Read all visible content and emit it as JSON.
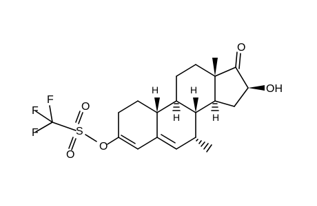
{
  "molecule": {
    "atoms": {
      "F1": "F",
      "F2": "F",
      "F3": "F",
      "S": "S",
      "O_s1": "O",
      "O_s2": "O",
      "O_link": "O",
      "O_ketone": "O",
      "OH": "OH",
      "H9": "H",
      "H8": "H",
      "H10": "H",
      "H14": "H"
    }
  }
}
